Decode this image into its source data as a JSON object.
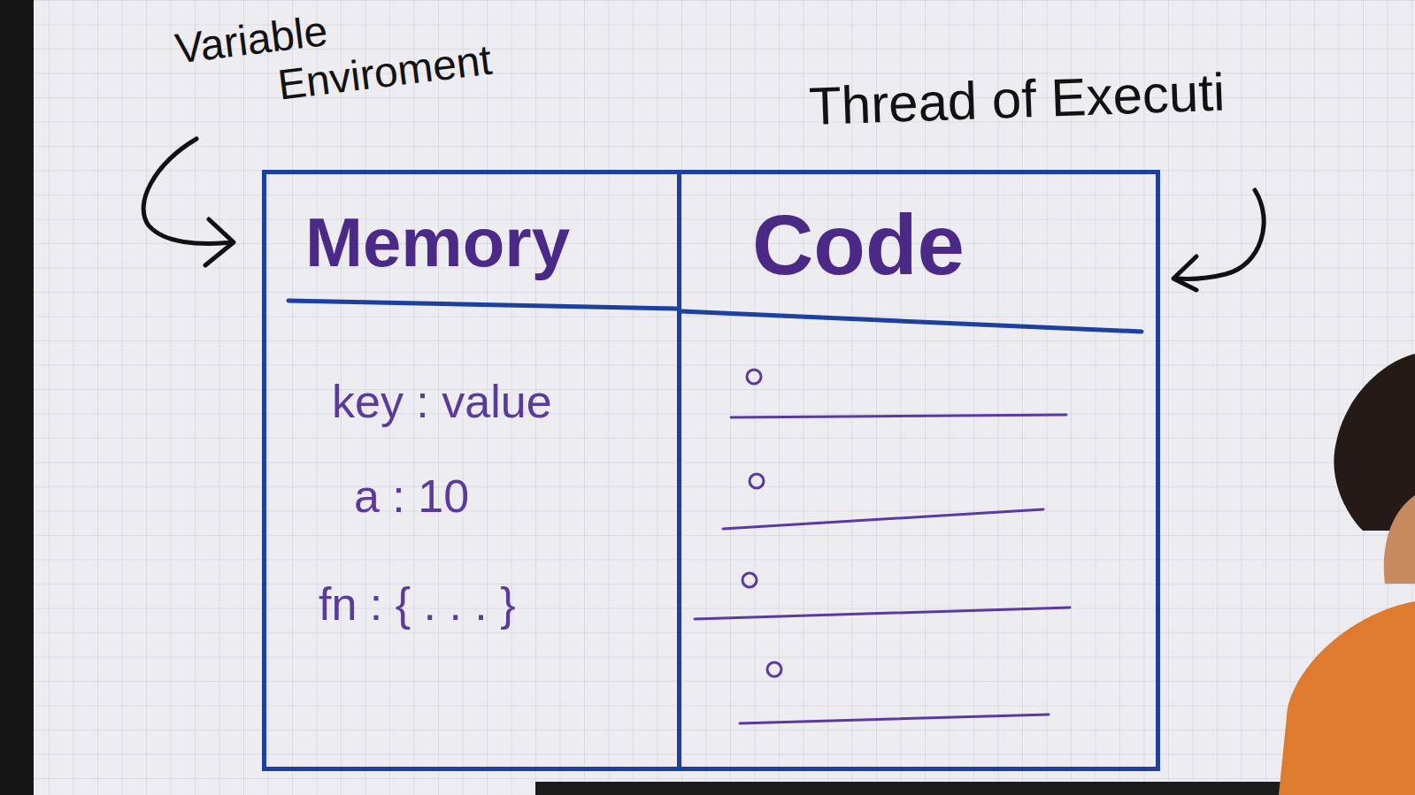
{
  "diagram": {
    "nodes": [
      {
        "text": [
          "Memory",
          "key : value",
          "a : 10",
          "fn : { . . . }"
        ]
      },
      {
        "text": [
          "Code"
        ]
      }
    ],
    "labels": [
      "Variable Enviroment",
      "Thread of Executi"
    ]
  }
}
